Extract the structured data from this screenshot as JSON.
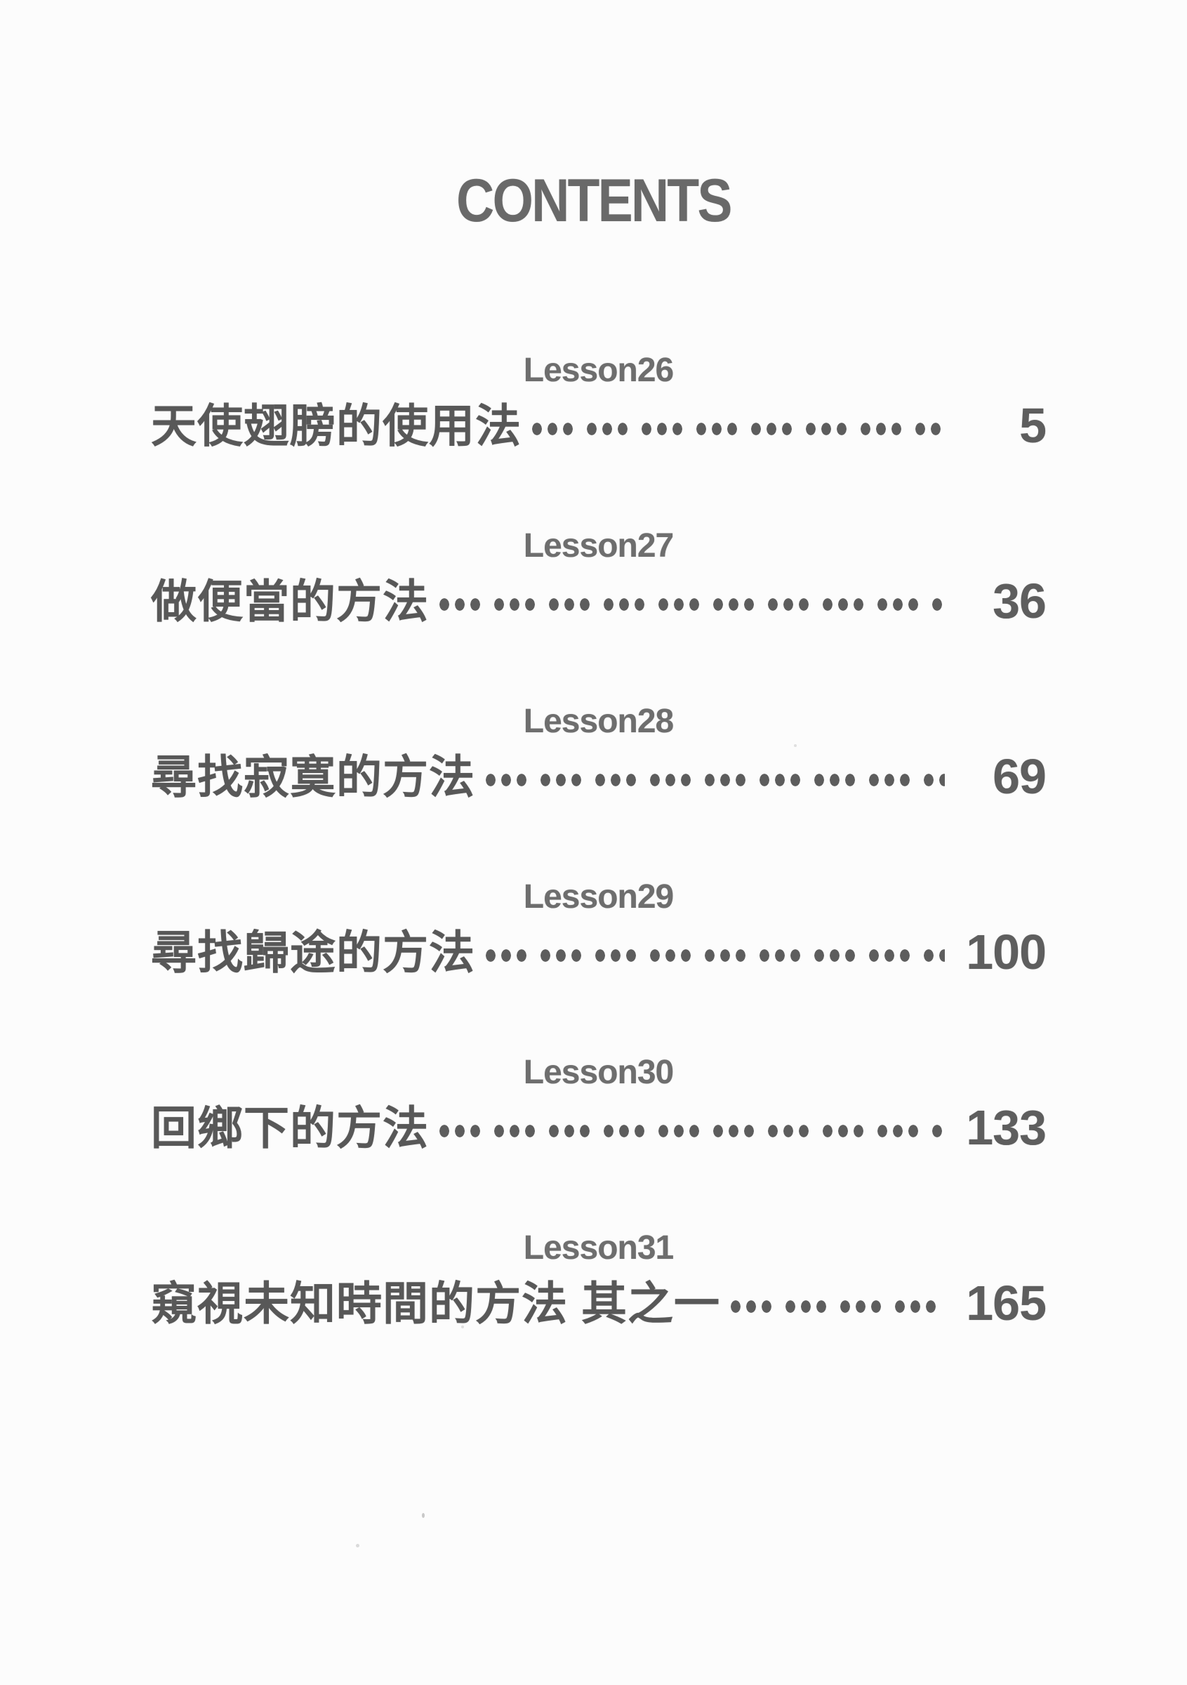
{
  "page": {
    "title": "CONTENTS",
    "entries": [
      {
        "lesson": "Lesson26",
        "title": "天使翅膀的使用法",
        "page": "5"
      },
      {
        "lesson": "Lesson27",
        "title": "做便當的方法",
        "page": "36"
      },
      {
        "lesson": "Lesson28",
        "title": "尋找寂寞的方法",
        "page": "69"
      },
      {
        "lesson": "Lesson29",
        "title": "尋找歸途的方法",
        "page": "100"
      },
      {
        "lesson": "Lesson30",
        "title": "回鄉下的方法",
        "page": "133"
      },
      {
        "lesson": "Lesson31",
        "title": "窺視未知時間的方法 其之一",
        "page": "165"
      }
    ],
    "colors": {
      "heading": "#696969",
      "lesson_label": "#6e6e6e",
      "entry_title": "#585858",
      "page_number": "#5e5e5e",
      "paper": "#fcfcfc"
    }
  }
}
